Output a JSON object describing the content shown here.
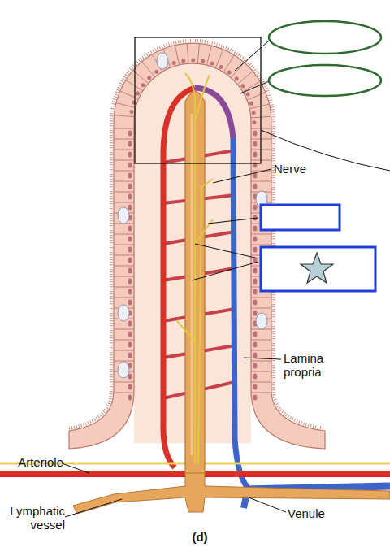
{
  "diagram": {
    "labels": [
      "Nerve",
      "Lamina propria",
      "Arteriole",
      "Lymphatic vessel",
      "Venule",
      "(d)"
    ]
  }
}
